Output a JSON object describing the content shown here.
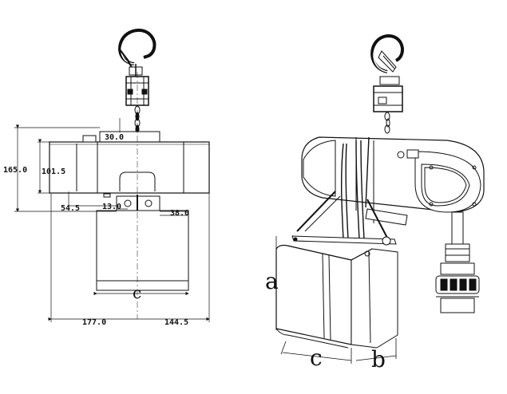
{
  "front_view": {
    "dims": {
      "d_30": "30.0",
      "d_165": "165.0",
      "d_101": "101.5",
      "d_13": "13.0",
      "d_54": "54.5",
      "d_38": "38.0",
      "d_177": "177.0",
      "d_144": "144.5",
      "label_c": "c"
    }
  },
  "iso_view": {
    "labels": {
      "a": "a",
      "b": "b",
      "c": "c"
    }
  }
}
